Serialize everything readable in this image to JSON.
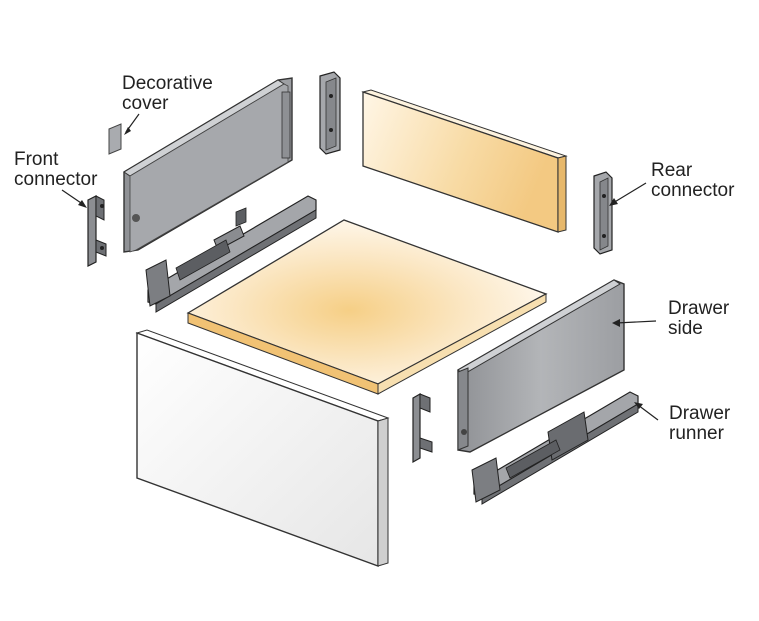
{
  "labels": {
    "decorative_cover": [
      "Decorative",
      "cover"
    ],
    "front_connector": [
      "Front",
      "connector"
    ],
    "rear_connector": [
      "Rear",
      "connector"
    ],
    "drawer_side": [
      "Drawer",
      "side"
    ],
    "drawer_runner": [
      "Drawer",
      "runner"
    ]
  },
  "colors": {
    "panel_gray": "#a8aaae",
    "panel_gray_dark": "#7e8084",
    "wood_light": "#fdf3df",
    "wood_warm": "#f5cf8a",
    "front_panel": "#f6f6f6",
    "outline": "#333333",
    "label_text": "#222222"
  }
}
